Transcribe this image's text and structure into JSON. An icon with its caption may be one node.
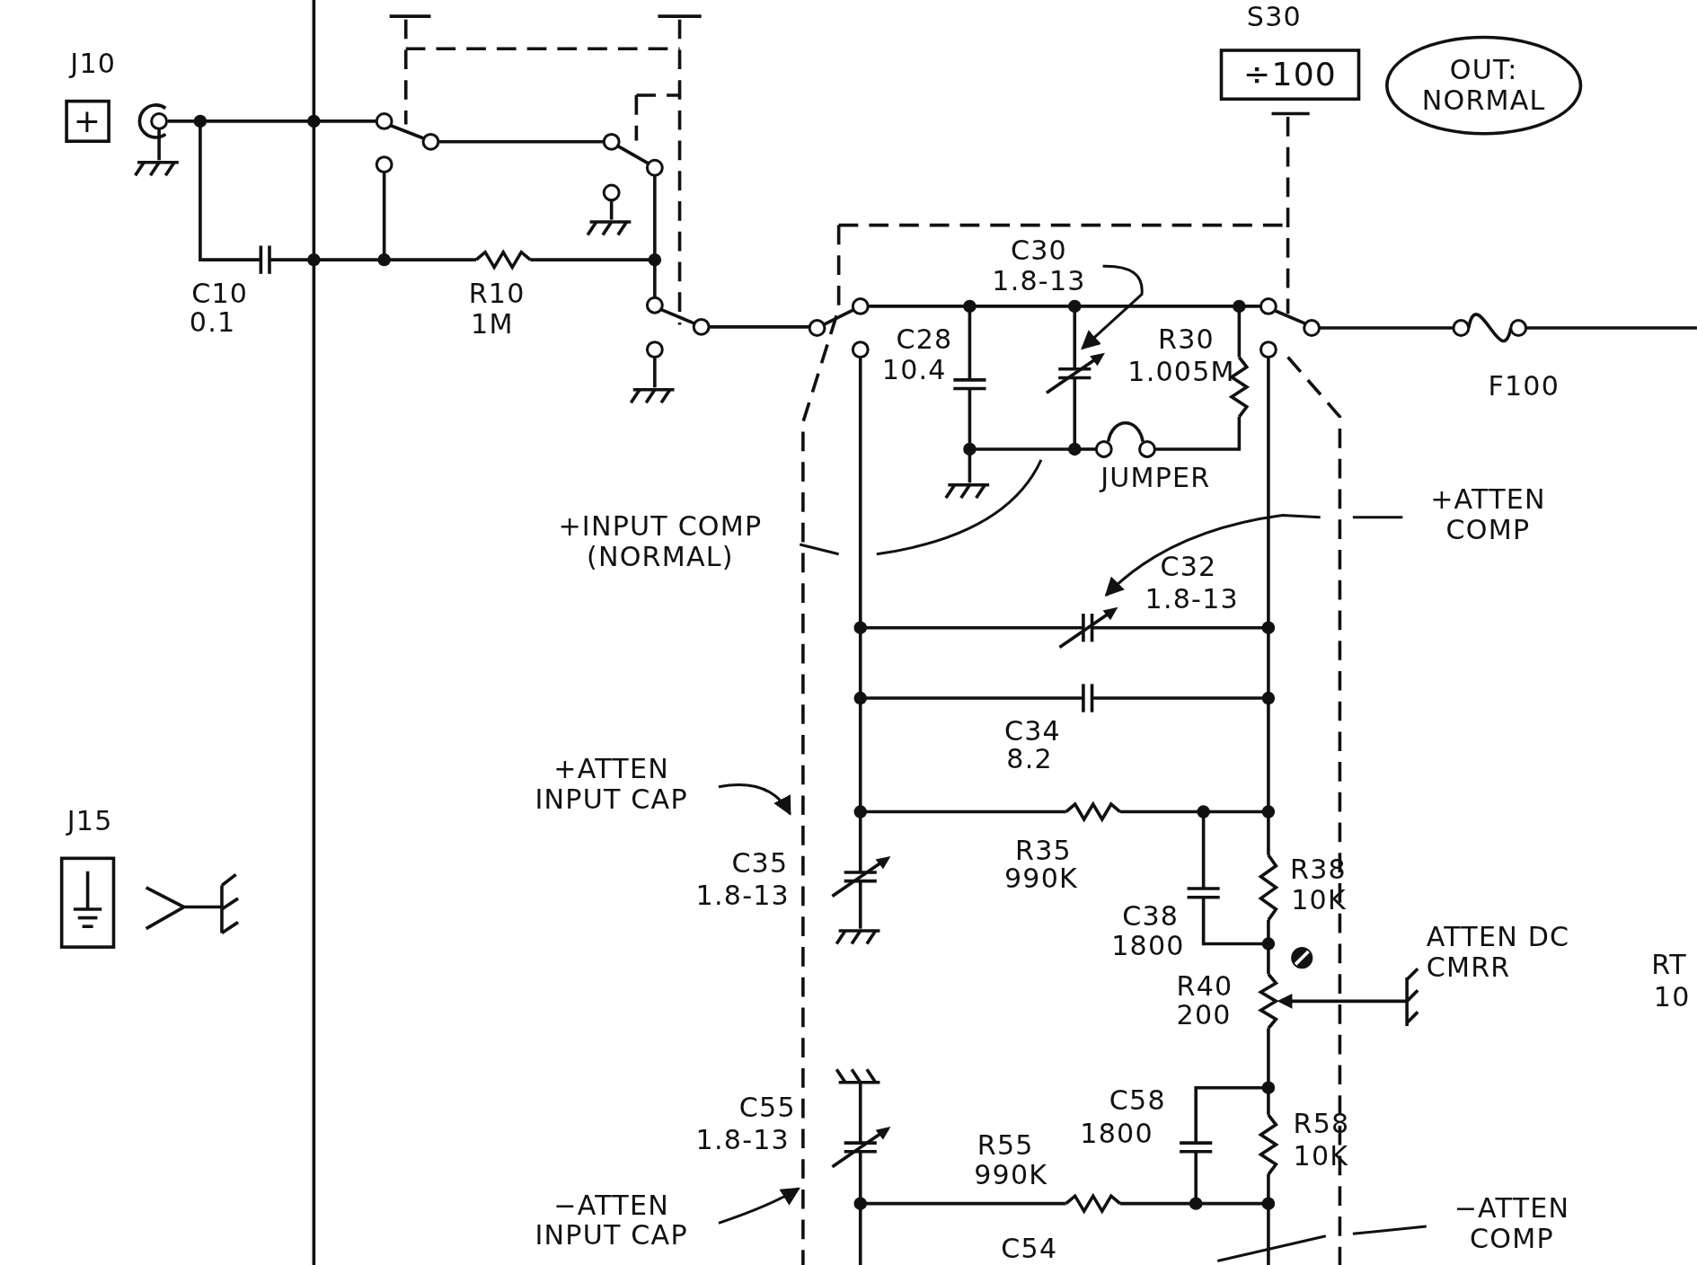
{
  "diagram": {
    "nodes": [
      {
        "text": [
          "+"
        ]
      },
      {
        "text": [
          "÷100"
        ]
      },
      {
        "text": [
          "OUT: NORMAL"
        ]
      },
      {
        "text": [
          "C30",
          "1.8-13"
        ]
      },
      {
        "text": [
          "+INPUT COMP (NORMAL)"
        ]
      },
      {
        "text": [
          "+ATTEN COMP"
        ]
      },
      {
        "text": [
          "+ATTEN INPUT CAP"
        ]
      },
      {
        "text": [
          "−ATTEN INPUT CAP"
        ]
      },
      {
        "text": [
          "−ATTEN COMP"
        ]
      }
    ],
    "edges": [
      {
        "from": 3,
        "to": null,
        "arrow": "to"
      },
      {
        "from": 4,
        "to": null,
        "arrow": "none"
      },
      {
        "from": 5,
        "to": null,
        "arrow": "to"
      },
      {
        "from": 6,
        "to": null,
        "arrow": "to"
      },
      {
        "from": 7,
        "to": null,
        "arrow": "to"
      },
      {
        "from": 8,
        "to": null,
        "arrow": "none"
      }
    ],
    "labels": [
      "J10",
      "S30",
      "C10",
      "0.1",
      "R10",
      "1M",
      "C28",
      "10.4",
      "R30",
      "1.005M",
      "F100",
      "JUMPER",
      "C32",
      "1.8-13",
      "C34",
      "8.2",
      "J15",
      "C35",
      "1.8-13",
      "R35",
      "990K",
      "R38",
      "10K",
      "C38",
      "1800",
      "ATTEN DC CMRR",
      "RT",
      "10",
      "R40",
      "200",
      "C58",
      "1800",
      "C55",
      "R58",
      "10K",
      "1.8-13",
      "R55",
      "990K",
      "C54"
    ]
  }
}
